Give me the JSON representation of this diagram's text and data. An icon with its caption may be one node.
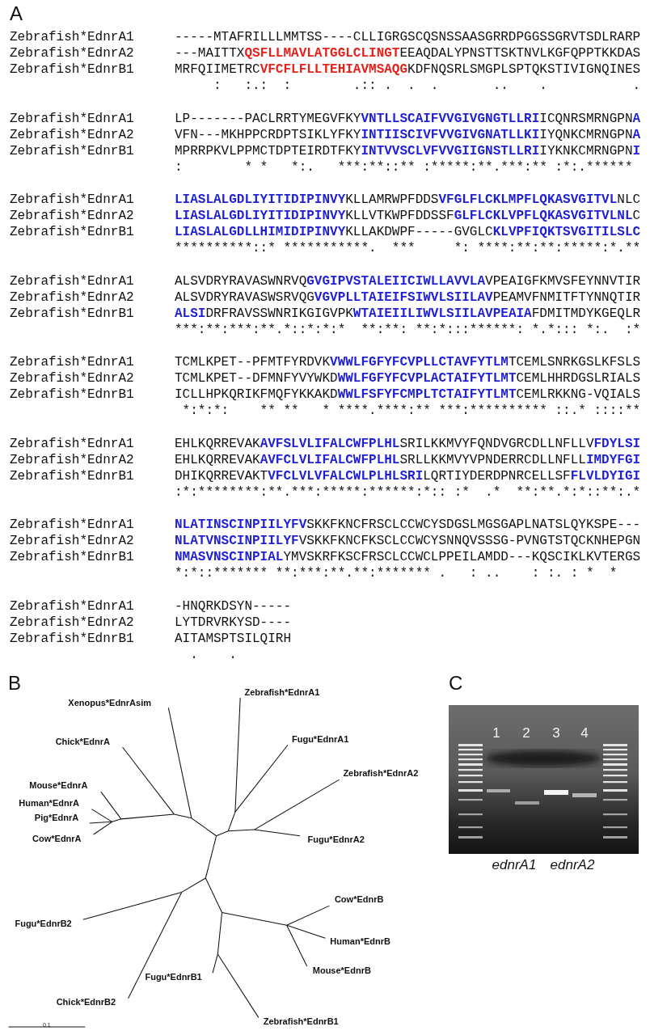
{
  "diagram": {
    "labels": [
      "A",
      "Zebrafish*EdnrA1",
      "-----MTAFRILLLMMTSS----CLLIGRGSCQSNSSAASGRRDPGGSSGRVTSDLRARP",
      "Zebrafish*EdnrA2",
      "---MAITTX**QSFLLMAVLATGGLCLINGT**EEAQDALYPNSTTSKTNVLKGFQPPTKKDAS",
      "Zebrafish*EdnrB1",
      "MRFQIIMETRC**VFCFLFLLTEHIAVMSAQG**KDFNQSRLSMGPLSPTQKSTIVIGNQINES",
      "     :   :.:  :        .:: .  .  .       ..    .           .",
      "Zebrafish*EdnrA1",
      "LP-------PACLRRTYMEGVFKY**VNTLLSCAIFVVGIVGNGTLLRI**ICQNRSMRNGPN**A**",
      "Zebrafish*EdnrA2",
      "VFN---MKHPPCRDPTSIKLYFKY**INTIISCIVFVVGIVGNATLLKI**IYQNKCMRNGPN**A**",
      "Zebrafish*EdnrB1",
      "MPRRPKVLPPMCTDPTEIRDTFKY**INTVVSCLVFVVGIIGNSTLLRI**IYKNKCMRNGPN**I**",
      ":        * *   *:.   ***:**::** :*****:**.***:** :*:.******",
      "Zebrafish*EdnrA1",
      "**LIASLALGDLIYITIDIPINVY**KLLAMRWPFDDS**VFGLFLCKLMPFLQKASVGITVL**NLC",
      "Zebrafish*EdnrA2",
      "**LIASLALGDLIYITIDIPINVY**KLLVTKWPFDDSSF**GLFLCKLVPFLQKASVGITVLNL**C",
      "Zebrafish*EdnrB1",
      "**LIASLALGDLLHIMIDIPINVY**KLLAKDWPF-----GVGLC**KLVPFIQKTSVGITILSLC**",
      "**********::* ***********.  ***     *: ****:**:**:*****:*.**",
      "Zebrafish*EdnrA1",
      "ALSVDRYRAVASWNRVQ**GVGIPVSTALEIICIWLLAVVLA**VPEAIGFKMVSFEYNNVTIR",
      "Zebrafish*EdnrA2",
      "ALSVDRYRAVASWSRVQG**VGVPLLTAIEIFSIWVLSIILAV**PEAMVFNMITFTYNNQTIR",
      "Zebrafish*EdnrB1",
      "**ALSI**DRFRAVSSWNRIKGIGVPK**WTAIEIILIWVLSIILAVPEAIA**FDMITMDYKGEQLR",
      "***:**:***:**.*::*:*:*  **:**: **:*:::******: *.*::: *:.  :*",
      "Zebrafish*EdnrA1",
      "TCMLKPET--PFMTFYRDVK**VWWLFGFYFCVPLLCTAVFYTLM**TCEMLSNRKGSLKFSLS",
      "Zebrafish*EdnrA2",
      "TCMLKPET--DFMNFYVYWKD**WWLFGFYFCVPLACTAIFYTLMT**CEMLHHRDGSLRIALS",
      "Zebrafish*EdnrB1",
      "ICLLHPKQRIKFMQFYKKAKD**WWLFSFYFCMPLTCTAIFYTLMT**CEMLRKKNG-VQIALS",
      " *:*:*:    ** **   * ****.****:** ***:********** ::.* ::::**",
      "Zebrafish*EdnrA1",
      "EHLKQRREVAK**AVFSLVLIFALCWFPLHL**SRILKKMVYFQNDVGRCDLLNFLLV**FDYLSI**",
      "Zebrafish*EdnrA2",
      "EHLKQRREVAK**AVFCLVLIFALCWFPLHL**SRLLKKMVYVPNDERRCDLLNFLL**IMDYFGI**",
      "Zebrafish*EdnrB1",
      "DHIKQRREVAKT**VFCLVLVFALCWLPLHLSRI**LQRTIYDERDPNRCELLSF**FLVLDYIGI**",
      ":*:********:**.***:*****:******:*:: :*  .*  **:**.*:*::**:.*",
      "Zebrafish*EdnrA1",
      "**NLATINSCINPIILYFV**SKKFKNCFRSCLCCWCYSDGSLMGSGAPLNATSLQYKSPE---",
      "Zebrafish*EdnrA2",
      "**NLATVNSCINPIILYF**VSKKFKNCFKSCLCCWCYSNNQVSSSG-PVNGTSTQCKNHEPGN",
      "Zebrafish*EdnrB1",
      "**NMASVNSCINPIAL**YMVSKRFKSCFRSCLCCWCLPPEILAMDD---KQSCIKLKVTERGS",
      "*:*::******* **:***:**.**:******* .   : ..    : :. : *  *",
      "Zebrafish*EdnrA1",
      "-HNQRKDSYN-----",
      "Zebrafish*EdnrA2",
      "LYTDRVRKYSD----",
      "Zebrafish*EdnrB1",
      "AITAMSPTSILQIRH",
      "  .    .",
      "B",
      "Zebrafish*EdnrA1",
      "Xenopus*EdnrAsim",
      "Chick*EdnrA",
      "Fugu*EdnrA1",
      "Zebrafish*EdnrA2",
      "Mouse*EdnrA",
      "Human*EdnrA",
      "Pig*EdnrA",
      "Cow*EdnrA",
      "Fugu*EdnrA2",
      "Cow*EdnrB",
      "Fugu*EdnrB2",
      "Human*EdnrB",
      "Mouse*EdnrB",
      "Fugu*EdnrB1",
      "Chick*EdnrB2",
      "Zebrafish*EdnrB1",
      "0.1",
      "C",
      "1",
      "2",
      "3",
      "4",
      "ednrA1",
      "ednrA2"
    ]
  }
}
